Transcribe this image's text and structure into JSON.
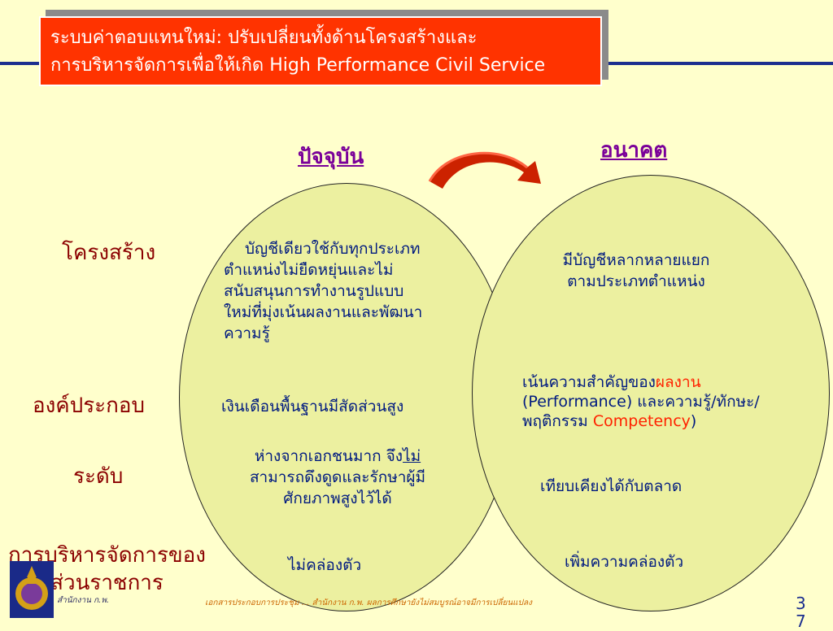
{
  "title": {
    "line1": "ระบบค่าตอบแทนใหม่: ปรับเปลี่ยนทั้งด้านโครงสร้างและ",
    "line2": "การบริหารจัดการเพื่อให้เกิด High Performance Civil Service"
  },
  "headings": {
    "current": "ปัจจุบัน",
    "future": "อนาคต"
  },
  "rows": [
    {
      "label": "โครงสร้าง",
      "current": [
        "บัญชีเดียวใช้กับทุกประเภท",
        "ตำแหน่งไม่ยืดหยุ่นและไม่",
        "สนับสนุนการทำงานรูปแบบ",
        "ใหม่ที่มุ่งเน้นผลงานและพัฒนา",
        "ความรู้"
      ],
      "future": [
        "มีบัญชีหลากหลายแยก",
        "ตามประเภทตำแหน่ง"
      ]
    },
    {
      "label": "องค์ประกอบ",
      "current": [
        "เงินเดือนพื้นฐานมีสัดส่วนสูง"
      ],
      "future": {
        "line1_a": "เน้นความสำคัญของ",
        "line1_b": "ผลงาน",
        "line2_a": "(Performance) ",
        "line2_b": "และความรู้/ทักษะ/",
        "line3_a": "พฤติกรรม ",
        "line3_b": "Competency",
        "line3_c": ")"
      }
    },
    {
      "label": "ระดับ",
      "current": {
        "line1_a": "ห่างจากเอกชนมาก จึง",
        "line1_b": "ไม่",
        "line2": "สามารถดึงดูดและรักษาผู้มี",
        "line3": "ศักยภาพสูงไว้ได้"
      },
      "future": [
        "เทียบเคียงได้กับตลาด"
      ]
    },
    {
      "label_line1": "การบริหารจัดการของ",
      "label_line2": "ส่วนราชการ",
      "current": [
        "ไม่คล่องตัว"
      ],
      "future": [
        "เพิ่มความคล่องตัว"
      ]
    }
  ],
  "footer": {
    "agency": "สำนักงาน ก.พ.",
    "note": "เอกสารประกอบการประชุม ... สำนักงาน ก.พ. ผลการศึกษายังไม่สมบูรณ์อาจมีการเปลี่ยนแปลง",
    "page_line1": "3",
    "page_line2": "7"
  },
  "colors": {
    "title_bg": "#ff3300",
    "background": "#ffffcc",
    "ellipse": "#ecf0a0",
    "label": "#8b0000",
    "body_text": "#001a80",
    "heading": "#7a0099",
    "rule": "#1c2f8f"
  }
}
